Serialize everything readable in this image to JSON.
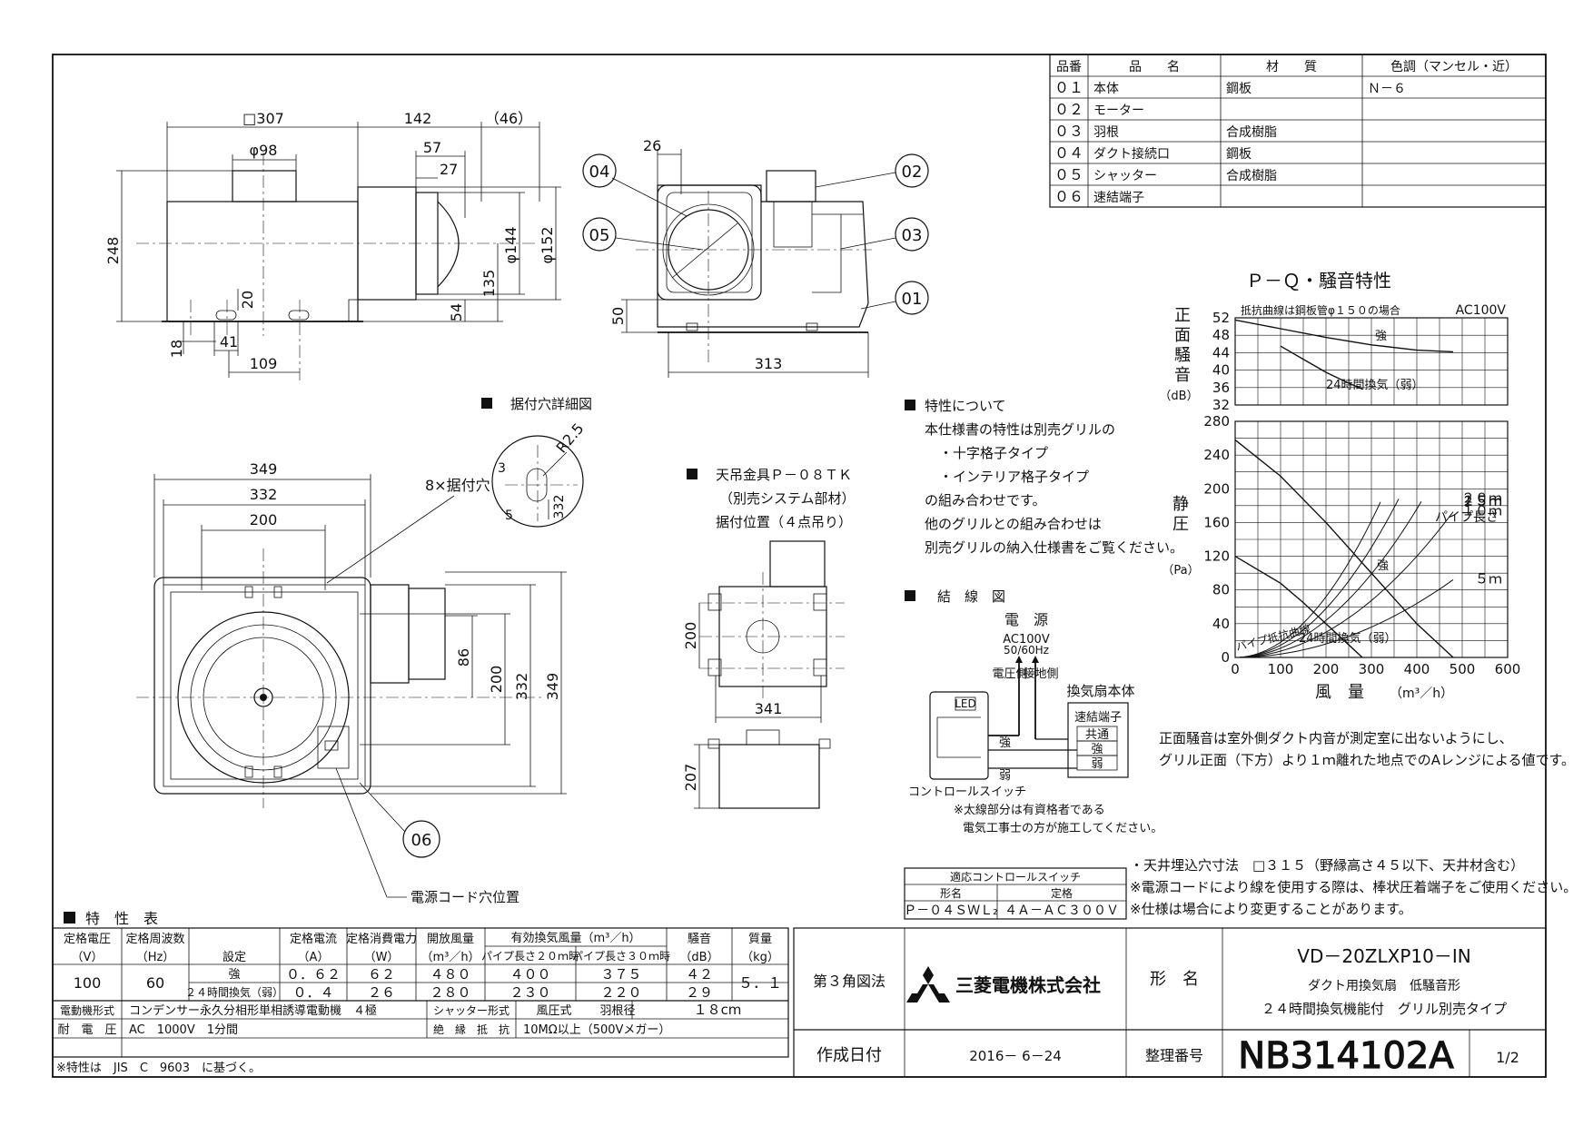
{
  "parts": {
    "headers": [
      "品番",
      "品　　名",
      "材　　質",
      "色調（マンセル・近）"
    ],
    "rows": [
      [
        "０１",
        "本体",
        "鋼板",
        "Ｎ－６"
      ],
      [
        "０２",
        "モーター",
        "",
        ""
      ],
      [
        "０３",
        "羽根",
        "合成樹脂",
        ""
      ],
      [
        "０４",
        "ダクト接続口",
        "鋼板",
        ""
      ],
      [
        "０５",
        "シャッター",
        "合成樹脂",
        ""
      ],
      [
        "０６",
        "速結端子",
        "",
        ""
      ]
    ]
  },
  "front_view": {
    "dims": [
      "□307",
      "φ98",
      "142",
      "（46）",
      "57",
      "27",
      "248",
      "φ144",
      "φ152",
      "20",
      "135",
      "54",
      "18",
      "41",
      "109"
    ]
  },
  "side_view": {
    "dims": [
      "26",
      "50",
      "313"
    ],
    "callouts": [
      "04",
      "05",
      "02",
      "03",
      "01"
    ]
  },
  "bottom_view": {
    "dims": [
      "349",
      "332",
      "200",
      "86",
      "200",
      "332",
      "349"
    ],
    "label_holes": "8×据付穴",
    "callout": "06",
    "label_cord": "電源コード穴位置"
  },
  "hole_detail": {
    "title": "据付穴詳細図",
    "dims": [
      "R2.5",
      "3",
      "5",
      "332"
    ]
  },
  "hanger": {
    "title": "天吊金具Ｐ－０８ＴＫ",
    "sub1": "（別売システム部材）",
    "sub2": "据付位置（４点吊り）",
    "dims": [
      "200",
      "341",
      "207"
    ]
  },
  "characteristics_note": {
    "title": "特性について",
    "lines": [
      "本仕様書の特性は別売グリルの",
      "・十字格子タイプ",
      "・インテリア格子タイプ",
      "の組み合わせです。",
      "他のグリルとの組み合わせは",
      "別売グリルの納入仕様書をご覧ください。"
    ]
  },
  "wiring": {
    "title": "結　線　図",
    "power": "電　源",
    "voltage": "AC100V",
    "freq": "50/60Hz",
    "side_v": "電圧側",
    "side_g": "接地側",
    "unit": "換気扇本体",
    "terminal": "速結端子",
    "terms": [
      "共通",
      "強",
      "弱"
    ],
    "lead_strong": "強",
    "lead_weak": "弱",
    "led": "LED",
    "switch": "コントロールスイッチ",
    "note1": "※太線部分は有資格者である",
    "note2": "電気工事士の方が施工してください。"
  },
  "chart_data": {
    "type": "line",
    "title": "Ｐ－Ｑ・騒音特性",
    "note_top": "抵抗曲線は鋼板管φ１５０の場合",
    "supply": "AC100V",
    "noise": {
      "ylabel": "正面騒音",
      "unit": "（dB）",
      "ylim": [
        32,
        52
      ],
      "yticks": [
        "52",
        "48",
        "44",
        "40",
        "36",
        "32"
      ],
      "series": [
        {
          "name": "強",
          "x": [
            0,
            100,
            200,
            300,
            400,
            480
          ],
          "y": [
            51.5,
            49.5,
            47.5,
            45.8,
            44.6,
            44.2
          ]
        },
        {
          "name": "24時間換気（弱）",
          "x": [
            100,
            150,
            200,
            250,
            280
          ],
          "y": [
            45.5,
            42.5,
            39.5,
            37,
            35.7
          ]
        }
      ]
    },
    "pq": {
      "ylabel": "静圧",
      "unit": "（Pa）",
      "xlabel": "風　量",
      "xunit": "（m³／h）",
      "xlim": [
        0,
        600
      ],
      "ylim": [
        0,
        280
      ],
      "xticks": [
        "0",
        "100",
        "200",
        "300",
        "400",
        "500",
        "600"
      ],
      "yticks": [
        "280",
        "240",
        "200",
        "160",
        "120",
        "80",
        "40",
        "0"
      ],
      "series": [
        {
          "name": "強",
          "x": [
            0,
            100,
            200,
            300,
            400,
            480
          ],
          "y": [
            258,
            215,
            160,
            100,
            40,
            0
          ]
        },
        {
          "name": "24時間換気（弱）",
          "x": [
            0,
            100,
            150,
            200,
            250,
            280
          ],
          "y": [
            120,
            88,
            65,
            40,
            15,
            0
          ]
        }
      ],
      "resistance_label": "パイプ抵抗曲線",
      "pipe_label": "パイプ長さ",
      "pipes": [
        {
          "name": "２５ｍ",
          "k": 0.0018
        },
        {
          "name": "２０ｍ",
          "k": 0.00145
        },
        {
          "name": "１５ｍ",
          "k": 0.0011
        },
        {
          "name": "１０ｍ",
          "k": 0.00075
        },
        {
          "name": "５ｍ",
          "k": 0.0004
        }
      ]
    }
  },
  "noise_note": [
    "正面騒音は室外側ダクト内音が測定室に出ないようにし、",
    "グリル正面（下方）より１ｍ離れた地点でのAレンジによる値です。"
  ],
  "switch_table": {
    "title": "適応コントロールスイッチ",
    "headers": [
      "形名",
      "定格"
    ],
    "values": [
      "Ｐ－０４ＳＷＬ₂",
      "４Ａ－ＡＣ３００Ｖ"
    ]
  },
  "notes": [
    "・天井埋込穴寸法　□３１５（野縁高さ４５以下、天井材含む）",
    "※電源コードにより線を使用する際は、棒状圧着端子をご使用ください。",
    "※仕様は場合により変更することがあります。"
  ],
  "spec": {
    "title": "特　性　表",
    "h": [
      "定格電圧",
      "定格周波数",
      "設定",
      "定格電流",
      "定格消費電力",
      "開放風量",
      "有効換気風量（m³／h）",
      "騒音",
      "質量"
    ],
    "h2": [
      "（V）",
      "（Hz）",
      "（A）",
      "（W）",
      "（m³／h）",
      "パイプ長さ２０ｍ時",
      "パイプ長さ３０ｍ時",
      "（dB）",
      "（kg）"
    ],
    "voltage": "100",
    "freq": "60",
    "mass": "５．１",
    "rows": [
      {
        "mode": "強",
        "a": "０．６２",
        "w": "６２",
        "open": "４８０",
        "p20": "４００",
        "p30": "３７５",
        "db": "４２"
      },
      {
        "mode": "２４時間換気（弱）",
        "a": "０．４",
        "w": "２６",
        "open": "２８０",
        "p20": "２３０",
        "p30": "２２０",
        "db": "２９"
      }
    ],
    "motor_l": "電動機形式",
    "motor_v": "コンデンサー永久分相形単相誘導電動機　４極",
    "shutter_l": "シャッター形式",
    "shutter_v": "風圧式",
    "blade_l": "羽根径",
    "blade_v": "１８cm",
    "volt_l": "耐　電　圧",
    "volt_v": "AC　1000V　1分間",
    "ins_l": "絶　縁　抵　抗",
    "ins_v": "10MΩ以上（500Vメガー）",
    "footnote": "※特性は　JIS　C　9603　に基づく。"
  },
  "title_block": {
    "projection": "第３角図法",
    "company": "三菱電機株式会社",
    "model_label": "形　名",
    "model": "VD－20ZLXP10－IN",
    "desc1": "ダクト用換気扇　低騒音形",
    "desc2": "２４時間換気機能付　グリル別売タイプ",
    "date_label": "作成日付",
    "date": "2016－ 6－24",
    "number_label": "整理番号",
    "number": "NB314102A",
    "page": "1/2"
  }
}
